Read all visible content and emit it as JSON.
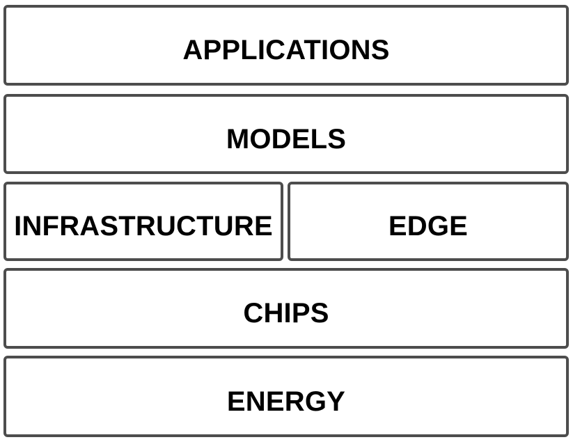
{
  "diagram": {
    "type": "layered-stack",
    "title": "",
    "colors": {
      "border": "#4d4d4d",
      "fill": "#ffffff",
      "text": "#000000",
      "background": "#ffffff"
    },
    "rows": [
      {
        "id": "applications",
        "boxes": [
          {
            "id": "applications",
            "label": "APPLICATIONS"
          }
        ]
      },
      {
        "id": "models",
        "boxes": [
          {
            "id": "models",
            "label": "MODELS"
          }
        ]
      },
      {
        "id": "infrastructure-edge",
        "boxes": [
          {
            "id": "infrastructure",
            "label": "INFRASTRUCTURE"
          },
          {
            "id": "edge",
            "label": "EDGE"
          }
        ]
      },
      {
        "id": "chips",
        "boxes": [
          {
            "id": "chips",
            "label": "CHIPS"
          }
        ]
      },
      {
        "id": "energy",
        "boxes": [
          {
            "id": "energy",
            "label": "ENERGY"
          }
        ]
      }
    ]
  }
}
